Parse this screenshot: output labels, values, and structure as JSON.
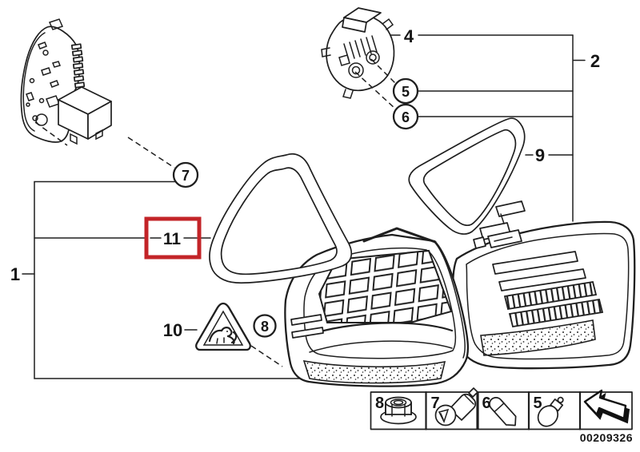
{
  "diagram": {
    "footer_code": "00209326",
    "highlight_color": "#c32428",
    "line_color": "#1f1f1f",
    "callouts": {
      "part1": "1",
      "part2": "2",
      "part4": "4",
      "part5": "5",
      "part6": "6",
      "part7": "7",
      "part8": "8",
      "part9": "9",
      "part10": "10",
      "part11": "11"
    },
    "legend": {
      "cells": [
        {
          "label": "8",
          "icon": "flange-nut-icon"
        },
        {
          "label": "7",
          "icon": "bayonet-bulb-icon"
        },
        {
          "label": "6",
          "icon": "festoon-bulb-icon"
        },
        {
          "label": "5",
          "icon": "glass-bulb-icon"
        },
        {
          "label": "",
          "icon": "continuation-arrow-icon"
        }
      ]
    }
  }
}
